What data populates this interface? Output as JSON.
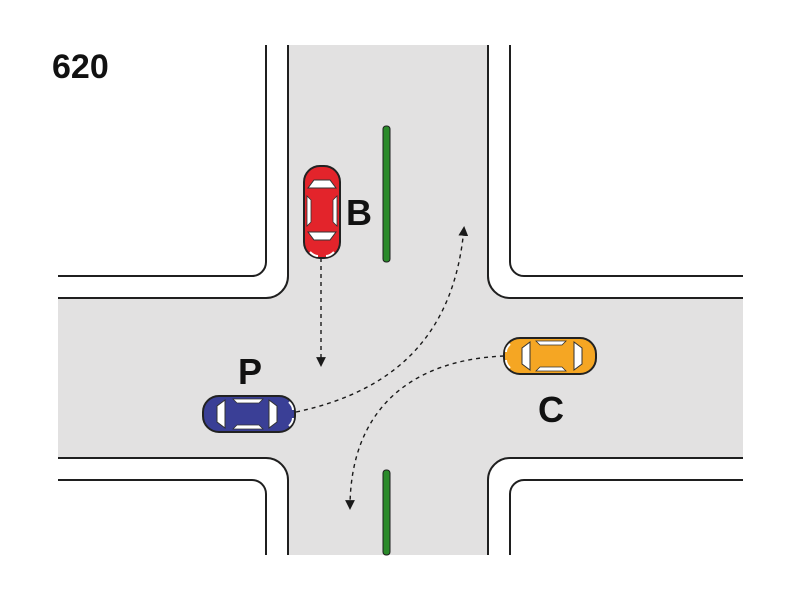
{
  "question_number": "620",
  "vehicles": {
    "B": {
      "label": "B",
      "color": "#e3242b"
    },
    "P": {
      "label": "P",
      "color": "#3a3f96"
    },
    "C": {
      "label": "C",
      "color": "#f5a623"
    }
  },
  "colors": {
    "road": "#e2e1e1",
    "curb": "#1f1f1f",
    "median": "#2a8a2a",
    "path": "#1a1a1a"
  }
}
